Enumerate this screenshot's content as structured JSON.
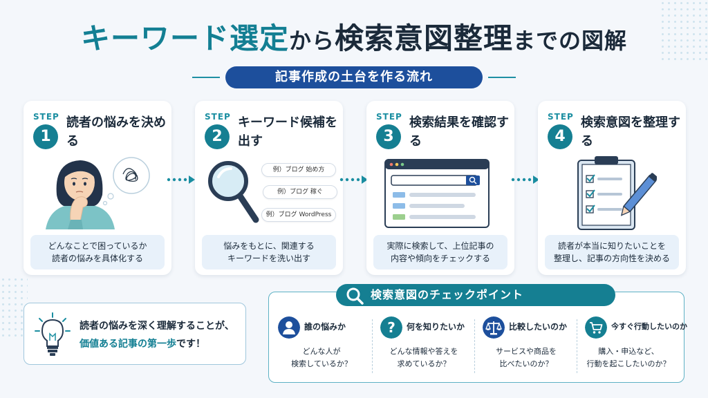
{
  "title": {
    "part1": "キーワード選定",
    "part2": "から",
    "part3": "検索意図整理",
    "part4": "までの図解"
  },
  "subtitle": "記事作成の土台を作る流れ",
  "steps": [
    {
      "label": "STEP",
      "num": "1",
      "title": "読者の悩みを決める",
      "desc1": "どんなことで困っているか",
      "desc2": "読者の悩みを具体化する"
    },
    {
      "label": "STEP",
      "num": "2",
      "title": "キーワード候補を出す",
      "desc1": "悩みをもとに、関連する",
      "desc2": "キーワードを洗い出す",
      "examples": [
        "例）ブログ 始め方",
        "例）ブログ 稼ぐ",
        "例）ブログ WordPress"
      ]
    },
    {
      "label": "STEP",
      "num": "3",
      "title": "検索結果を確認する",
      "desc1": "実際に検索して、上位記事の",
      "desc2": "内容や傾向をチェックする"
    },
    {
      "label": "STEP",
      "num": "4",
      "title": "検索意図を整理する",
      "desc1": "読者が本当に知りたいことを",
      "desc2": "整理し、記事の方向性を決める"
    }
  ],
  "bulb": {
    "line1": "読者の悩みを深く理解することが、",
    "line2a": "価値ある記事の第一歩",
    "line2b": "です！"
  },
  "checkpoint": {
    "title": "検索意図のチェックポイント",
    "items": [
      {
        "head": "誰の悩みか",
        "sub1": "どんな人が",
        "sub2": "検索しているか？",
        "icon": "person-icon"
      },
      {
        "head": "何を知りたいか",
        "sub1": "どんな情報や答えを",
        "sub2": "求めているか？",
        "icon": "question-icon"
      },
      {
        "head": "比較したいのか",
        "sub1": "サービスや商品を",
        "sub2": "比べたいのか？",
        "icon": "scale-icon"
      },
      {
        "head": "今すぐ行動したいのか",
        "sub1": "購入・申込など、",
        "sub2": "行動を起こしたいのか？",
        "icon": "cart-icon"
      }
    ]
  },
  "colors": {
    "teal": "#157f92",
    "navy": "#1d4f9c",
    "ink": "#1b2a3a",
    "panel": "#e8f1fa"
  }
}
